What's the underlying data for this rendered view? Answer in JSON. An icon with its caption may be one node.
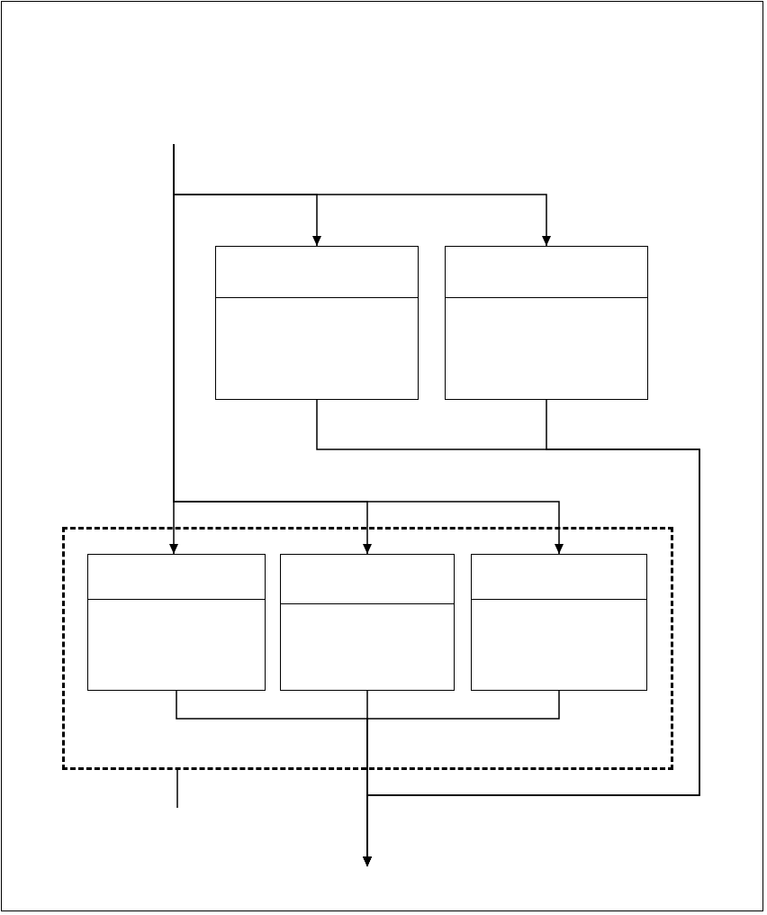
{
  "diagram": {
    "nodes": [
      {
        "text": [],
        "shape": "box"
      },
      {
        "text": [],
        "shape": "box"
      },
      {
        "text": [],
        "shape": "box"
      },
      {
        "text": [],
        "shape": "box",
        "in": 2
      },
      {
        "text": [],
        "shape": "box",
        "in": 2
      },
      {
        "text": [],
        "shape": "box",
        "in": 2
      }
    ],
    "edges": [
      {
        "from": null,
        "to": 0,
        "arrow": "to"
      },
      {
        "from": null,
        "to": 1,
        "arrow": "to"
      },
      {
        "from": null,
        "to": 3,
        "arrow": "to"
      },
      {
        "from": null,
        "to": 4,
        "arrow": "to"
      },
      {
        "from": null,
        "to": 5,
        "arrow": "to"
      },
      {
        "from": 0,
        "to": null,
        "arrow": "to"
      },
      {
        "from": 1,
        "to": null,
        "arrow": "to"
      },
      {
        "from": 3,
        "to": null,
        "arrow": "to"
      },
      {
        "from": 4,
        "to": null,
        "arrow": "to"
      },
      {
        "from": 5,
        "to": null,
        "arrow": "to"
      }
    ]
  }
}
